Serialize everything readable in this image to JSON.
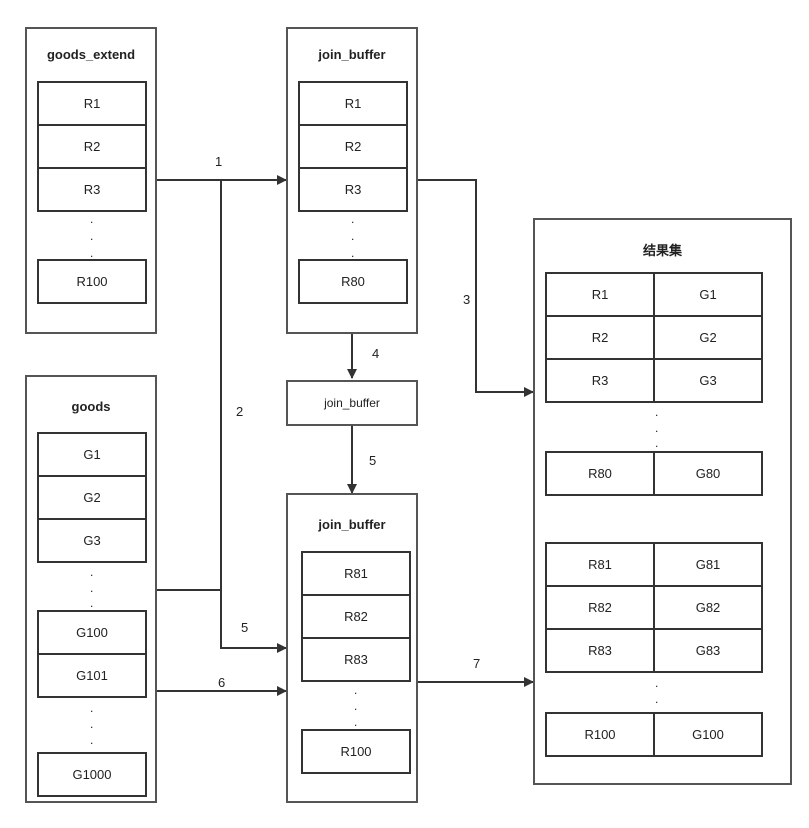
{
  "goods_extend": {
    "title": "goods_extend",
    "rows": [
      "R1",
      "R2",
      "R3"
    ],
    "last": "R100"
  },
  "join_buffer_top": {
    "title": "join_buffer",
    "rows": [
      "R1",
      "R2",
      "R3"
    ],
    "last": "R80"
  },
  "join_buffer_mid": {
    "title": "join_buffer"
  },
  "goods": {
    "title": "goods",
    "rows": [
      "G1",
      "G2",
      "G3"
    ],
    "mid": [
      "G100",
      "G101"
    ],
    "last": "G1000"
  },
  "join_buffer_bottom": {
    "title": "join_buffer",
    "rows": [
      "R81",
      "R82",
      "R83"
    ],
    "last": "R100"
  },
  "result": {
    "title": "结果集",
    "group1": [
      [
        "R1",
        "G1"
      ],
      [
        "R2",
        "G2"
      ],
      [
        "R3",
        "G3"
      ]
    ],
    "group1_last": [
      "R80",
      "G80"
    ],
    "group2": [
      [
        "R81",
        "G81"
      ],
      [
        "R82",
        "G82"
      ],
      [
        "R83",
        "G83"
      ]
    ],
    "group2_last": [
      "R100",
      "G100"
    ]
  },
  "edges": {
    "e1": "1",
    "e2": "2",
    "e3": "3",
    "e4": "4",
    "e5a": "5",
    "e5b": "5",
    "e6": "6",
    "e7": "7"
  },
  "dot_char": "."
}
